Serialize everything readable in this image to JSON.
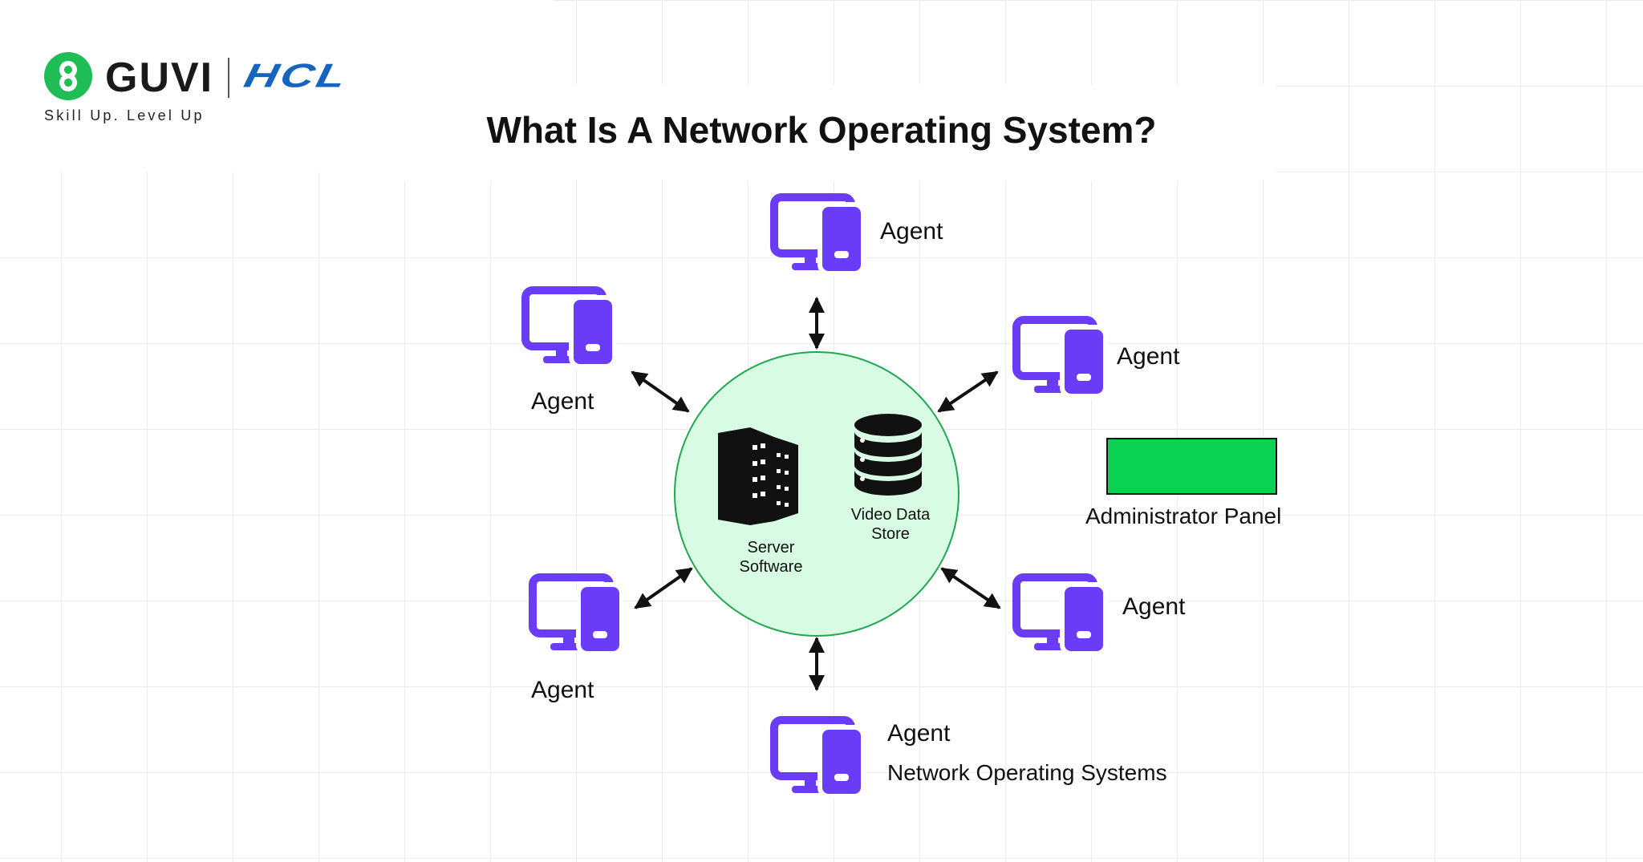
{
  "brand": {
    "guvi": "GUVI",
    "hcl": "HCL",
    "tagline": "Skill Up. Level Up"
  },
  "title": "What Is A Network Operating System?",
  "center": {
    "server_label": "Server\nSoftware",
    "store_label": "Video Data\nStore"
  },
  "agents": [
    {
      "label": "Agent"
    },
    {
      "label": "Agent"
    },
    {
      "label": "Agent"
    },
    {
      "label": "Agent"
    },
    {
      "label": "Agent"
    },
    {
      "label": "Agent"
    }
  ],
  "admin_panel": {
    "label": "Administrator Panel",
    "color": "#0bd152"
  },
  "caption": "Network Operating Systems",
  "colors": {
    "agent_icon": "#6a3cf7",
    "hub_fill": "#d8fbe3",
    "hub_stroke": "#1fa84f",
    "brand_green": "#1fbd55",
    "brand_blue": "#1565c0"
  },
  "icons": [
    "computer-icon",
    "server-rack-icon",
    "database-icon",
    "double-arrow-icon"
  ]
}
